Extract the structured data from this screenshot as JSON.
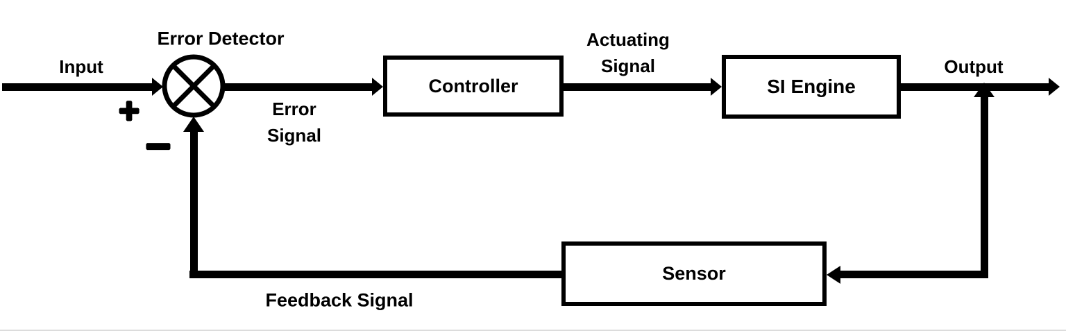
{
  "diagram": {
    "kind": "closed-loop-feedback-control-block-diagram",
    "colors": {
      "background": "#ffffff",
      "stroke": "#000000",
      "text": "#000000"
    },
    "summing_junction": {
      "label": "Error Detector",
      "plus": "+",
      "minus": "−"
    },
    "signals": {
      "input": "Input",
      "error": "Error Signal",
      "actuating": "Actuating Signal",
      "output": "Output",
      "feedback": "Feedback Signal"
    },
    "blocks": {
      "controller": "Controller",
      "si_engine": "SI Engine",
      "sensor": "Sensor"
    }
  }
}
